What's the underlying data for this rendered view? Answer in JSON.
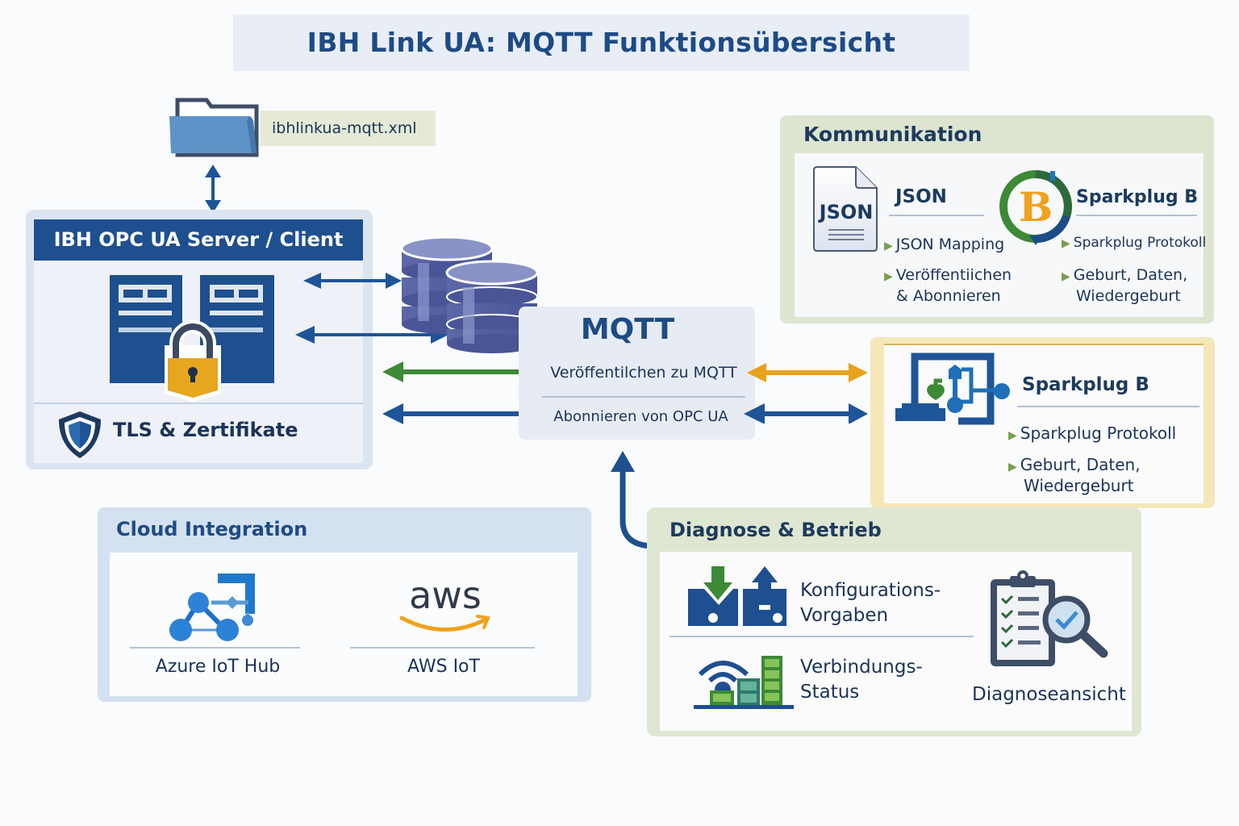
{
  "title": "IBH Link UA: MQTT Funktionsübersicht",
  "config_file": {
    "icon": "folder-icon",
    "name": "ibhlinkua-mqtt.xml"
  },
  "server": {
    "header": "IBH OPC UA Server / Client",
    "icon": "server-lock-icon",
    "security_label": "TLS & Zertifikate",
    "security_icon": "shield-icon"
  },
  "storage": {
    "icon": "database-icon"
  },
  "mqtt": {
    "title": "MQTT",
    "publish_label": "Veröffentilchen zu MQTT",
    "subscribe_label": "Abonnieren von OPC UA"
  },
  "kommunikation": {
    "title": "Kommunikation",
    "json": {
      "icon": "json-file-icon",
      "icon_text": "JSON",
      "heading": "JSON",
      "bullets": [
        "JSON Mapping",
        "Veröffentiichen",
        "& Abonnieren"
      ]
    },
    "sparkplug": {
      "icon": "sparkplug-b-logo-icon",
      "icon_letter": "B",
      "heading": "Sparkplug B",
      "bullets": [
        "Sparkplug Protokoll",
        "Geburt, Daten,",
        "Wiedergeburt"
      ]
    }
  },
  "sparkplug_box": {
    "icon": "computer-network-icon",
    "heading": "Sparkplug B",
    "bullets": [
      "Sparkplug Protokoll",
      "Geburt, Daten,",
      "Wiedergeburt"
    ]
  },
  "cloud": {
    "title": "Cloud Integration",
    "items": [
      {
        "label": "Azure IoT Hub",
        "icon": "azure-iot-hub-icon"
      },
      {
        "label": "AWS IoT",
        "icon": "aws-logo-icon",
        "logo_text": "aws"
      }
    ]
  },
  "diagnose": {
    "title": "Diagnose & Betrieb",
    "items": [
      {
        "line1": "Konfigurations-",
        "line2": "Vorgaben",
        "icon": "download-upload-icon"
      },
      {
        "line1": "Verbindungs-",
        "line2": "Status",
        "icon": "signal-bars-icon"
      }
    ],
    "view_label": "Diagnoseansicht",
    "view_icon": "clipboard-search-icon"
  },
  "colors": {
    "primary_blue": "#1e4f8f",
    "green_arrow": "#3d8a36",
    "orange_arrow": "#e8a21c",
    "bullet_green": "#76a04d"
  }
}
